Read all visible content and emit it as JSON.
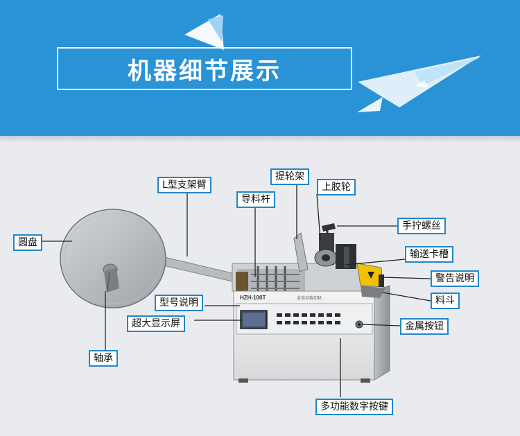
{
  "header": {
    "title": "机器细节展示"
  },
  "machine": {
    "model_label": "HZH-100T",
    "panel_label": "全自动裁切机"
  },
  "callouts": {
    "disc": "圆盘",
    "l_arm": "L型支架臂",
    "feed_rod": "导料杆",
    "wheel_frame": "提轮架",
    "upper_wheel": "上胶轮",
    "hand_screw": "手拧螺丝",
    "feed_slot": "输送卡槽",
    "warning": "警告说明",
    "hopper": "料斗",
    "model_desc": "型号说明",
    "big_display": "超大显示屏",
    "metal_button": "金属按钮",
    "bearing": "轴承",
    "keypad": "多功能数字按键"
  },
  "colors": {
    "header_bg": "#2a93d6",
    "callout_border": "#1f87c9",
    "warning_yellow": "#f2c200",
    "page_bg": "#e9ebee"
  }
}
